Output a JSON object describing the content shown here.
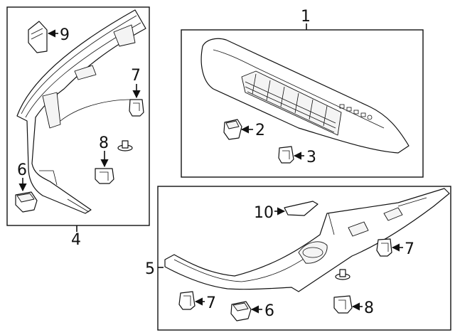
{
  "diagram": {
    "callouts": {
      "c1": "1",
      "c2": "2",
      "c3": "3",
      "c4": "4",
      "c5": "5",
      "c6a": "6",
      "c6b": "6",
      "c7a": "7",
      "c7b": "7",
      "c7c": "7",
      "c8a": "8",
      "c8b": "8",
      "c9": "9",
      "c10": "10"
    }
  }
}
